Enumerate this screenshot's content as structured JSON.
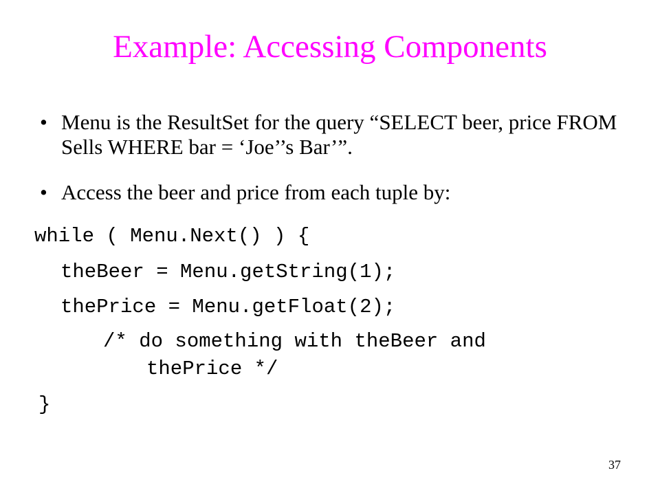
{
  "slide": {
    "title": "Example: Accessing Components",
    "bullets": [
      "Menu is the ResultSet for the query “SELECT beer, price FROM Sells WHERE bar = ‘Joe’’s Bar’”.",
      "Access the beer and price from each tuple by:"
    ],
    "bullet_symbol": "•",
    "code": {
      "line1": "while ( Menu.Next() ) {",
      "line2": "theBeer = Menu.getString(1);",
      "line3": "thePrice = Menu.getFloat(2);",
      "line4a": "/* do something with theBeer and",
      "line4b": "thePrice */",
      "line5": "}"
    },
    "page_number": "37",
    "colors": {
      "title": "#ff00ff",
      "text": "#000000",
      "background": "#ffffff"
    }
  }
}
